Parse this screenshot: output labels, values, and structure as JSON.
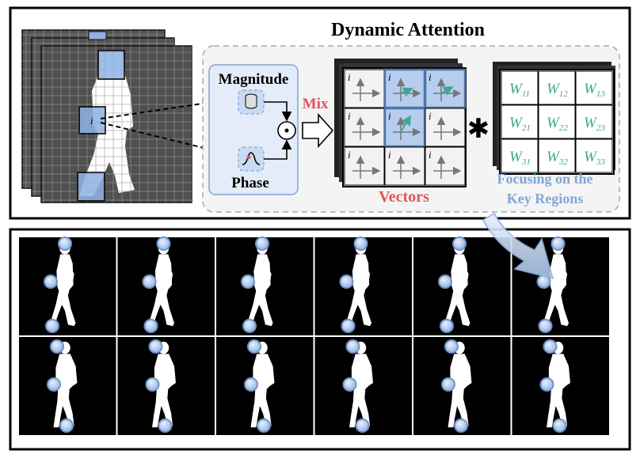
{
  "title": "Dynamic Attention",
  "labels": {
    "magnitude": "Magnitude",
    "phase": "Phase",
    "mix": "Mix",
    "vectors": "Vectors",
    "focus_line1": "Focusing on the",
    "focus_line2": "Key Regions",
    "cell_index": "i"
  },
  "weights": [
    {
      "base": "W",
      "sub": "11"
    },
    {
      "base": "W",
      "sub": "12"
    },
    {
      "base": "W",
      "sub": "13"
    },
    {
      "base": "W",
      "sub": "21"
    },
    {
      "base": "W",
      "sub": "22"
    },
    {
      "base": "W",
      "sub": "23"
    },
    {
      "base": "W",
      "sub": "31"
    },
    {
      "base": "W",
      "sub": "32"
    },
    {
      "base": "W",
      "sub": "33"
    }
  ],
  "icons": {
    "multiply": "odot-icon",
    "convolution": "asterisk-icon",
    "magnitude": "cylinder-icon",
    "phase": "wave-icon"
  },
  "colors": {
    "highlight": "#8fb2e3",
    "highlight_dark": "#4f74a8",
    "accent_red": "#e2545c",
    "accent_green": "#3fa88f",
    "focus_blue": "#7fa7d8",
    "panel_bg": "#f5f5f5"
  },
  "silhouette_rows": 2,
  "silhouette_cols": 6
}
